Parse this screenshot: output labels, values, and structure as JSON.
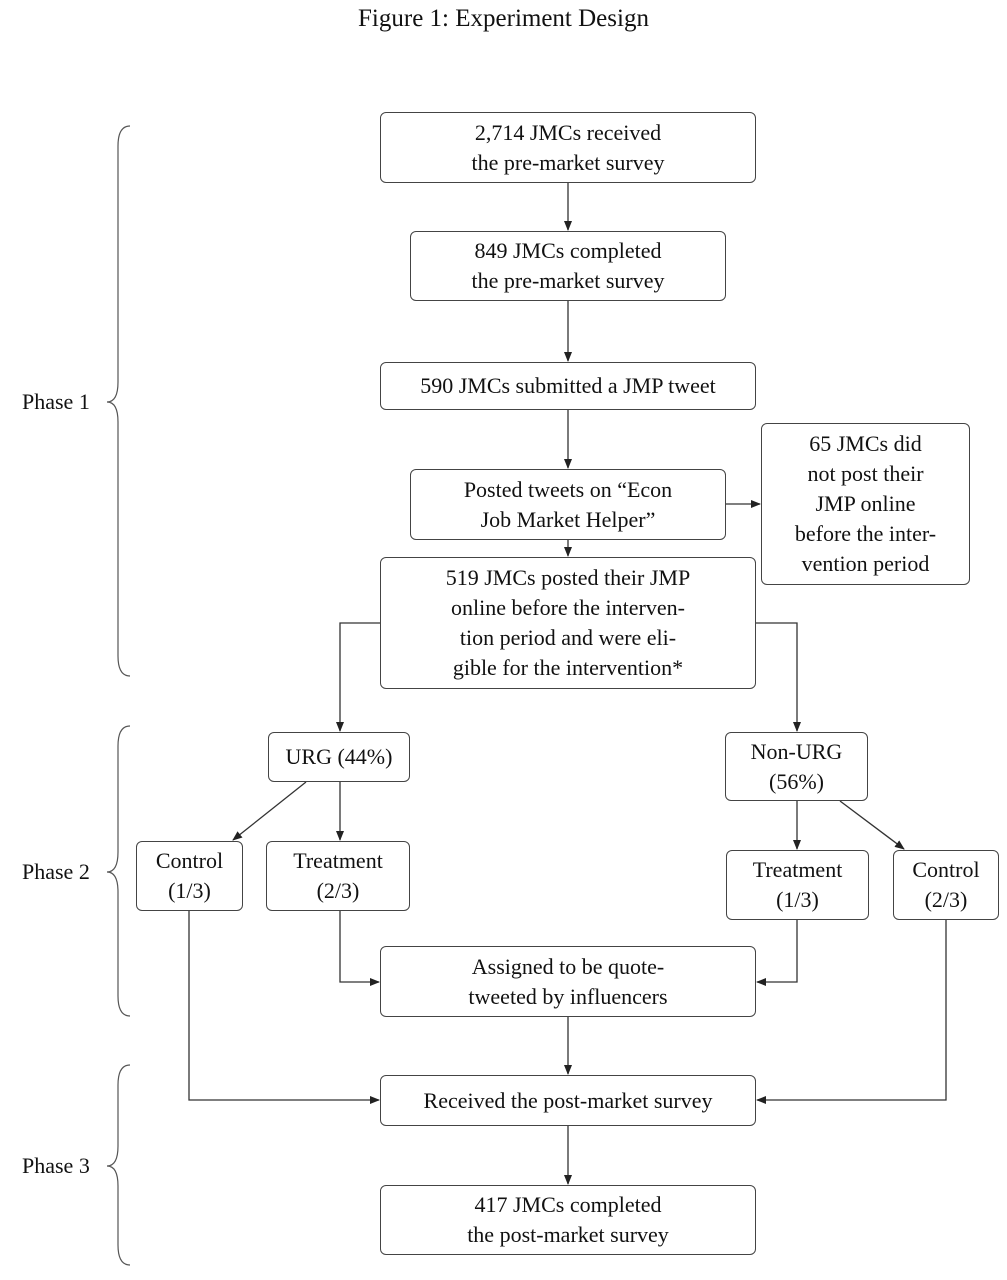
{
  "figure_title": "Figure 1: Experiment Design",
  "phases": {
    "phase1": "Phase 1",
    "phase2": "Phase 2",
    "phase3": "Phase 3"
  },
  "boxes": {
    "received_pre": "2,714 JMCs received\nthe pre-market survey",
    "completed_pre": "849 JMCs completed\nthe pre-market survey",
    "submitted_tweet": "590 JMCs submitted a JMP tweet",
    "posted_tweets": "Posted tweets on “Econ\nJob Market Helper”",
    "did_not_post": "65 JMCs did\nnot post their\nJMP online\nbefore the inter-\nvention period",
    "eligible": "519 JMCs posted their JMP\nonline before the interven-\ntion period and were eli-\ngible for the intervention*",
    "urg": "URG (44%)",
    "non_urg": "Non-URG\n(56%)",
    "urg_control": "Control\n(1/3)",
    "urg_treatment": "Treatment\n(2/3)",
    "nonurg_treatment": "Treatment\n(1/3)",
    "nonurg_control": "Control\n(2/3)",
    "assigned": "Assigned to be quote-\ntweeted by influencers",
    "received_post": "Received the post-market survey",
    "completed_post": "417 JMCs completed\nthe post-market survey"
  }
}
